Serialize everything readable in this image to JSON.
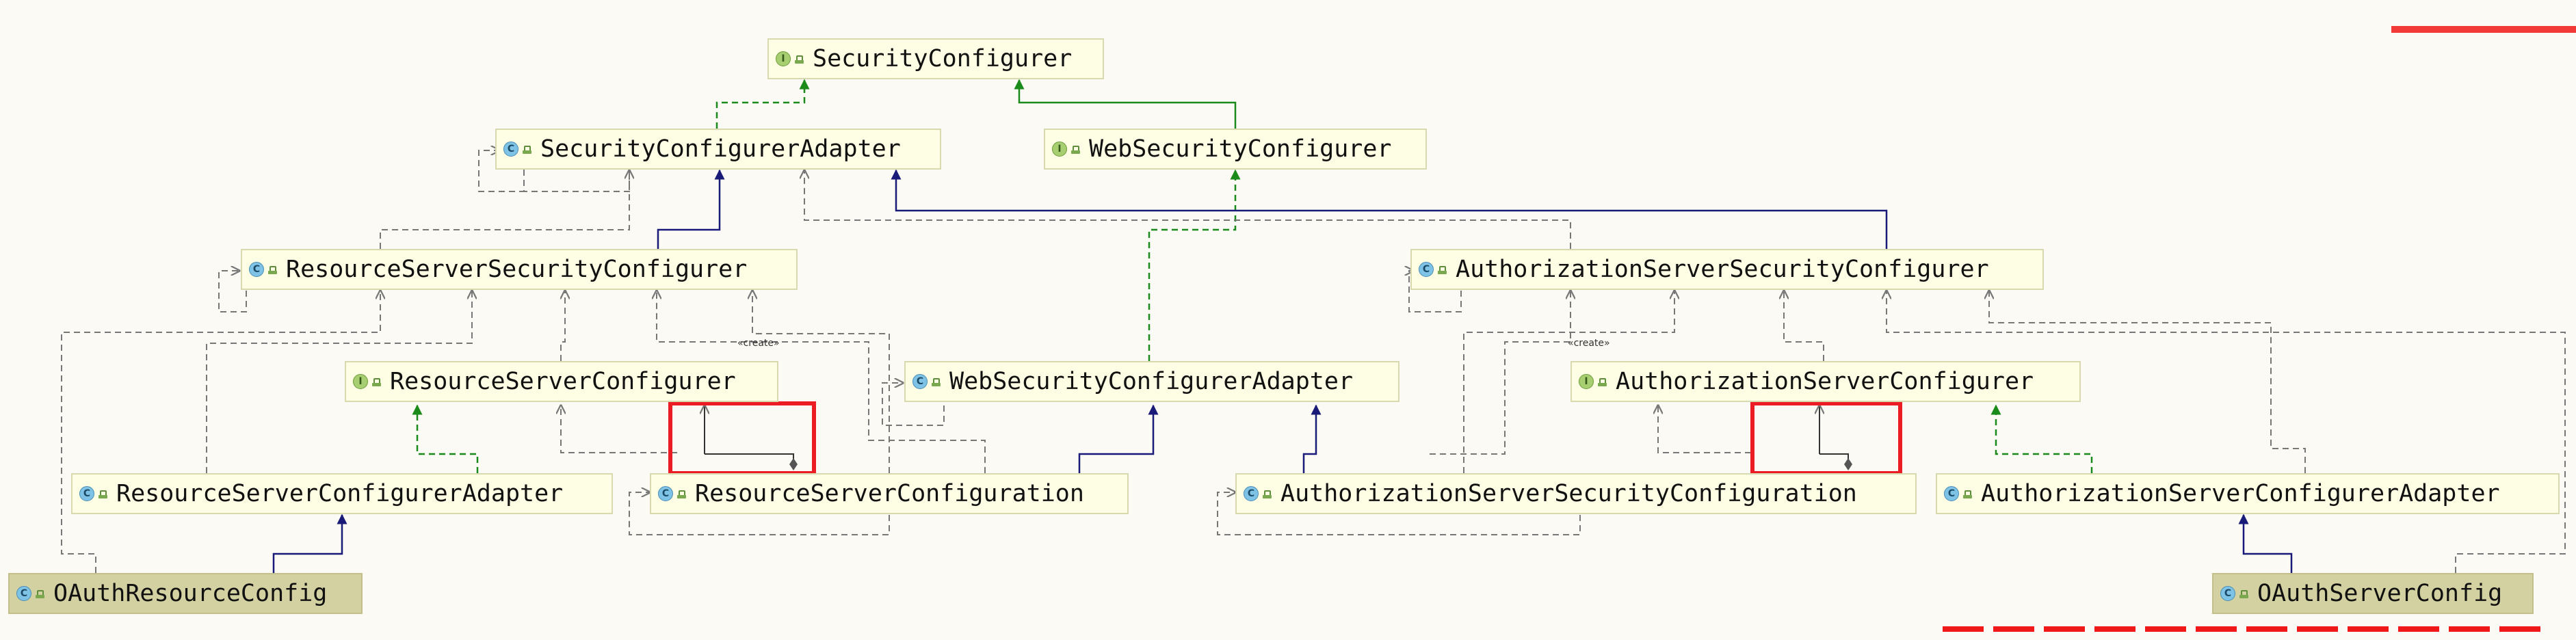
{
  "nodes": [
    {
      "id": "security-configurer",
      "label": "SecurityConfigurer",
      "kind": "interface"
    },
    {
      "id": "security-configurer-adapter",
      "label": "SecurityConfigurerAdapter",
      "kind": "class"
    },
    {
      "id": "web-security-configurer",
      "label": "WebSecurityConfigurer",
      "kind": "interface"
    },
    {
      "id": "resource-server-security-configurer",
      "label": "ResourceServerSecurityConfigurer",
      "kind": "class"
    },
    {
      "id": "authorization-server-security-configurer",
      "label": "AuthorizationServerSecurityConfigurer",
      "kind": "class"
    },
    {
      "id": "resource-server-configurer",
      "label": "ResourceServerConfigurer",
      "kind": "interface"
    },
    {
      "id": "web-security-configurer-adapter",
      "label": "WebSecurityConfigurerAdapter",
      "kind": "class"
    },
    {
      "id": "authorization-server-configurer",
      "label": "AuthorizationServerConfigurer",
      "kind": "interface"
    },
    {
      "id": "resource-server-configurer-adapter",
      "label": "ResourceServerConfigurerAdapter",
      "kind": "class"
    },
    {
      "id": "resource-server-configuration",
      "label": "ResourceServerConfiguration",
      "kind": "class"
    },
    {
      "id": "authorization-server-security-configuration",
      "label": "AuthorizationServerSecurityConfiguration",
      "kind": "class"
    },
    {
      "id": "authorization-server-configurer-adapter",
      "label": "AuthorizationServerConfigurerAdapter",
      "kind": "class"
    },
    {
      "id": "oauth-resource-config",
      "label": "OAuthResourceConfig",
      "kind": "class"
    },
    {
      "id": "oauth-server-config",
      "label": "OAuthServerConfig",
      "kind": "class"
    }
  ],
  "stereotypes": {
    "create_left": "«create»",
    "create_right": "«create»"
  },
  "colors": {
    "realization": "#1a8a1a",
    "generalization": "#1a1a78",
    "dependency": "#777777",
    "highlight": "#ec1c24",
    "node_fill": "#fefee4",
    "selected_fill": "#d3d1a1"
  }
}
